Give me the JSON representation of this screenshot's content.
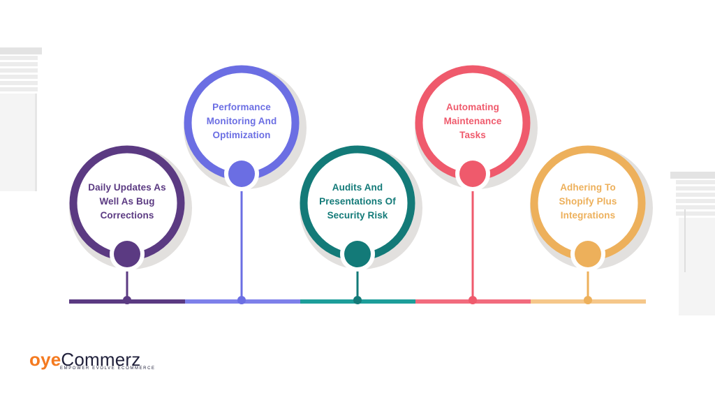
{
  "nodes": [
    {
      "lines": [
        "Daily Updates As",
        "Well As Bug",
        "Corrections"
      ],
      "color": "#5b3a82",
      "bar_color": "#5b3a82"
    },
    {
      "lines": [
        "Performance",
        "Monitoring And",
        "Optimization"
      ],
      "color": "#6b6ee3",
      "bar_color": "#7d80ea"
    },
    {
      "lines": [
        "Audits And",
        "Presentations Of",
        "Security Risk"
      ],
      "color": "#137a78",
      "bar_color": "#1d9e9a"
    },
    {
      "lines": [
        "Automating",
        "Maintenance",
        "Tasks"
      ],
      "color": "#ef5a6c",
      "bar_color": "#f26b7d"
    },
    {
      "lines": [
        "Adhering To",
        "Shopify Plus",
        "Integrations"
      ],
      "color": "#edb05b",
      "bar_color": "#f5c78a"
    }
  ],
  "brand": {
    "name_part1": "oye",
    "name_part2": "Commerz",
    "tagline": "EMPOWER EVOLVE ECOMMERCE"
  },
  "colors": {
    "shadow": "#e2e0de",
    "blind": "#ececec",
    "brand_orange": "#f47a20",
    "brand_dark": "#1f1f3a"
  }
}
